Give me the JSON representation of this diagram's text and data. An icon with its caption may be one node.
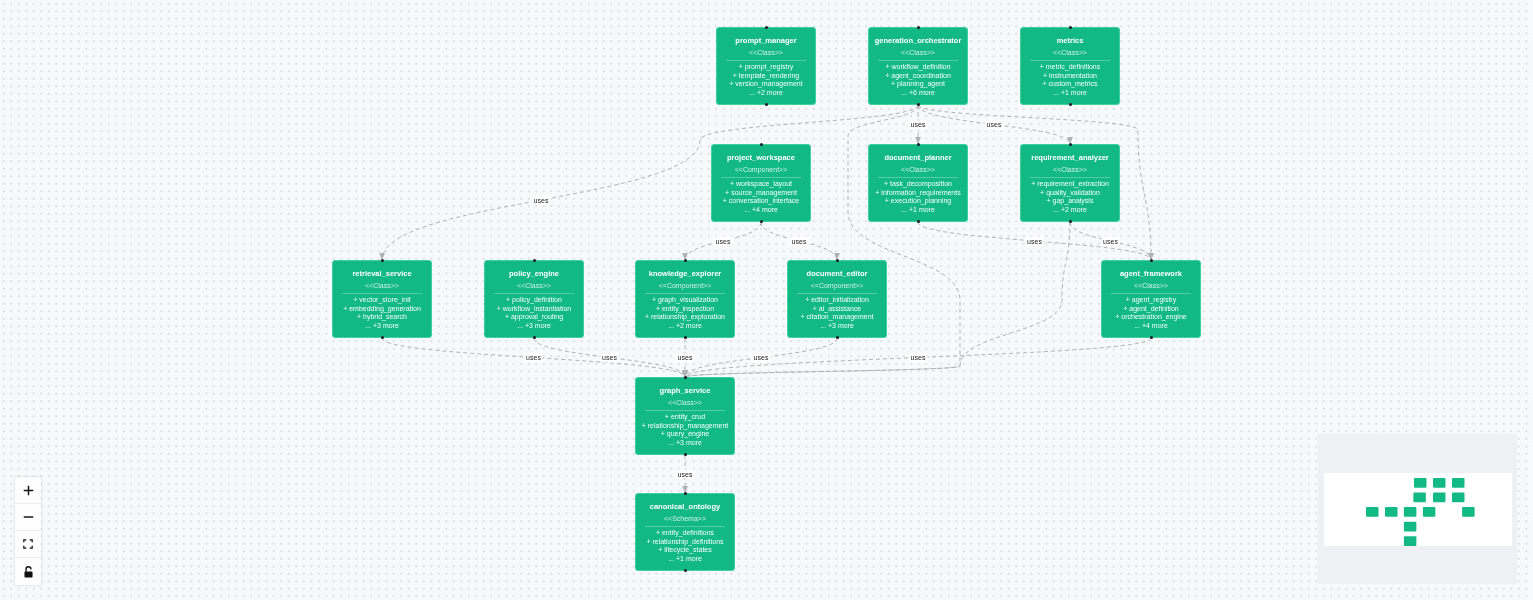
{
  "diagram": {
    "nodes": [
      {
        "text": [
          "prompt_manager",
          "<<Class>>",
          "+ prompt_registry",
          "+ template_rendering",
          "+ version_management",
          "... +2 more"
        ]
      },
      {
        "text": [
          "generation_orchestrator",
          "<<Class>>",
          "+ workflow_definition",
          "+ agent_coordination",
          "+ planning_agent",
          "... +6 more"
        ]
      },
      {
        "text": [
          "metrics",
          "<<Class>>",
          "+ metric_definitions",
          "+ instrumentation",
          "+ custom_metrics",
          "... +1 more"
        ]
      },
      {
        "text": [
          "project_workspace",
          "<<Component>>",
          "+ workspace_layout",
          "+ source_management",
          "+ conversation_interface",
          "... +4 more"
        ]
      },
      {
        "text": [
          "document_planner",
          "<<Class>>",
          "+ task_decomposition",
          "+ information_requirements",
          "+ execution_planning",
          "... +1 more"
        ]
      },
      {
        "text": [
          "requirement_analyzer",
          "<<Class>>",
          "+ requirement_extraction",
          "+ quality_validation",
          "+ gap_analysis",
          "... +2 more"
        ]
      },
      {
        "text": [
          "retrieval_service",
          "<<Class>>",
          "+ vector_store_init",
          "+ embedding_generation",
          "+ hybrid_search",
          "... +3 more"
        ]
      },
      {
        "text": [
          "policy_engine",
          "<<Class>>",
          "+ policy_definition",
          "+ workflow_instantiation",
          "+ approval_routing",
          "... +3 more"
        ]
      },
      {
        "text": [
          "knowledge_explorer",
          "<<Component>>",
          "+ graph_visualization",
          "+ entity_inspection",
          "+ relationship_exploration",
          "... +2 more"
        ]
      },
      {
        "text": [
          "document_editor",
          "<<Component>>",
          "+ editor_initialization",
          "+ ai_assistance",
          "+ citation_management",
          "... +3 more"
        ]
      },
      {
        "text": [
          "agent_framework",
          "<<Class>>",
          "+ agent_registry",
          "+ agent_definition",
          "+ orchestration_engine",
          "... +4 more"
        ]
      },
      {
        "text": [
          "graph_service",
          "<<Class>>",
          "+ entity_crud",
          "+ relationship_management",
          "+ query_engine",
          "... +3 more"
        ]
      },
      {
        "text": [
          "canonical_ontology",
          "<<Schema>>",
          "+ entity_definitions",
          "+ relationship_definitions",
          "+ lifecycle_states",
          "... +1 more"
        ]
      }
    ],
    "edges": [
      {
        "from": 1,
        "to": 4,
        "arrow": "to",
        "label": "uses",
        "style": "dashed"
      },
      {
        "from": 1,
        "to": 5,
        "arrow": "to",
        "label": "uses",
        "style": "dashed"
      },
      {
        "from": 1,
        "to": 6,
        "arrow": "to",
        "label": "uses",
        "style": "dashed"
      },
      {
        "from": 1,
        "to": 11,
        "arrow": "to",
        "style": "dashed"
      },
      {
        "from": 1,
        "to": 10,
        "arrow": "to",
        "style": "dashed"
      },
      {
        "from": 3,
        "to": 8,
        "arrow": "to",
        "label": "uses",
        "style": "dashed"
      },
      {
        "from": 3,
        "to": 9,
        "arrow": "to",
        "label": "uses",
        "style": "dashed"
      },
      {
        "from": 4,
        "to": 10,
        "arrow": "to",
        "label": "uses",
        "style": "dashed"
      },
      {
        "from": 5,
        "to": 10,
        "arrow": "to",
        "label": "uses",
        "style": "dashed"
      },
      {
        "from": 5,
        "to": 11,
        "arrow": "to",
        "style": "dashed"
      },
      {
        "from": 6,
        "to": 11,
        "arrow": "to",
        "label": "uses",
        "style": "dashed"
      },
      {
        "from": 7,
        "to": 11,
        "arrow": "to",
        "label": "uses",
        "style": "dashed"
      },
      {
        "from": 8,
        "to": 11,
        "arrow": "to",
        "label": "uses",
        "style": "dashed"
      },
      {
        "from": 9,
        "to": 11,
        "arrow": "to",
        "label": "uses",
        "style": "dashed"
      },
      {
        "from": 10,
        "to": 11,
        "arrow": "to",
        "label": "uses",
        "style": "dashed"
      },
      {
        "from": 11,
        "to": 12,
        "arrow": "to",
        "label": "uses",
        "style": "dashed"
      }
    ]
  }
}
